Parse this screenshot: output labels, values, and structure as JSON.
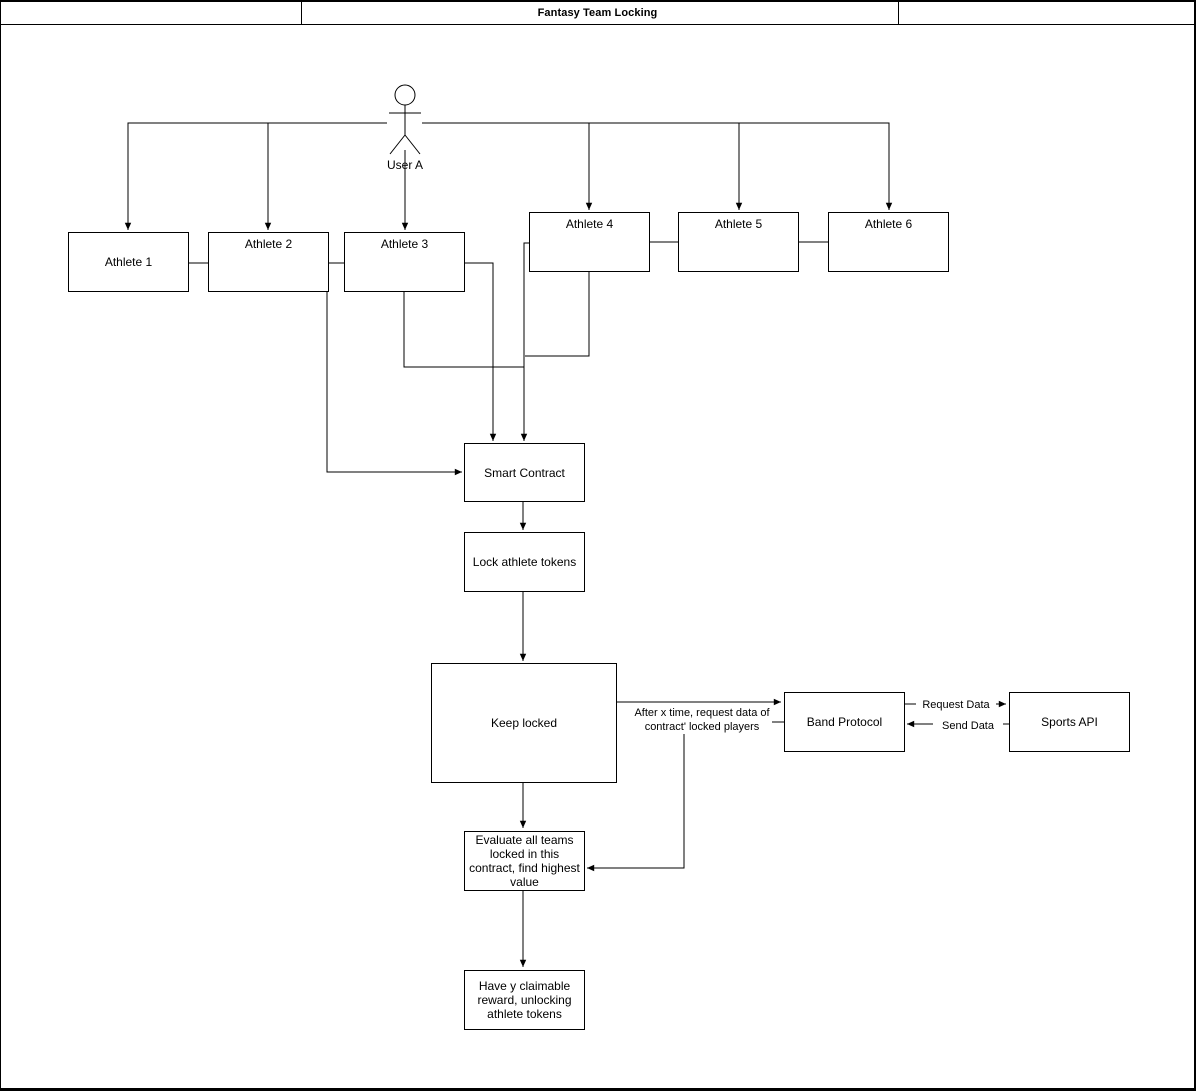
{
  "title": "Fantasy Team Locking",
  "actor": {
    "label": "User A"
  },
  "athletes": [
    "Athlete 1",
    "Athlete 2",
    "Athlete 3",
    "Athlete 4",
    "Athlete 5",
    "Athlete 6"
  ],
  "nodes": {
    "smart_contract": "Smart Contract",
    "lock_tokens": "Lock athlete tokens",
    "keep_locked": "Keep locked",
    "band_protocol": "Band Protocol",
    "sports_api": "Sports API",
    "evaluate": "Evaluate all teams locked in this contract, find highest value",
    "reward": "Have y claimable reward, unlocking athlete tokens"
  },
  "edge_labels": {
    "after_x_time": "After x time, request data of contract' locked players",
    "request_data": "Request Data",
    "send_data": "Send Data"
  },
  "colors": {
    "stroke": "#000000",
    "node_fill": "#ffffff",
    "background": "#ffffff"
  }
}
